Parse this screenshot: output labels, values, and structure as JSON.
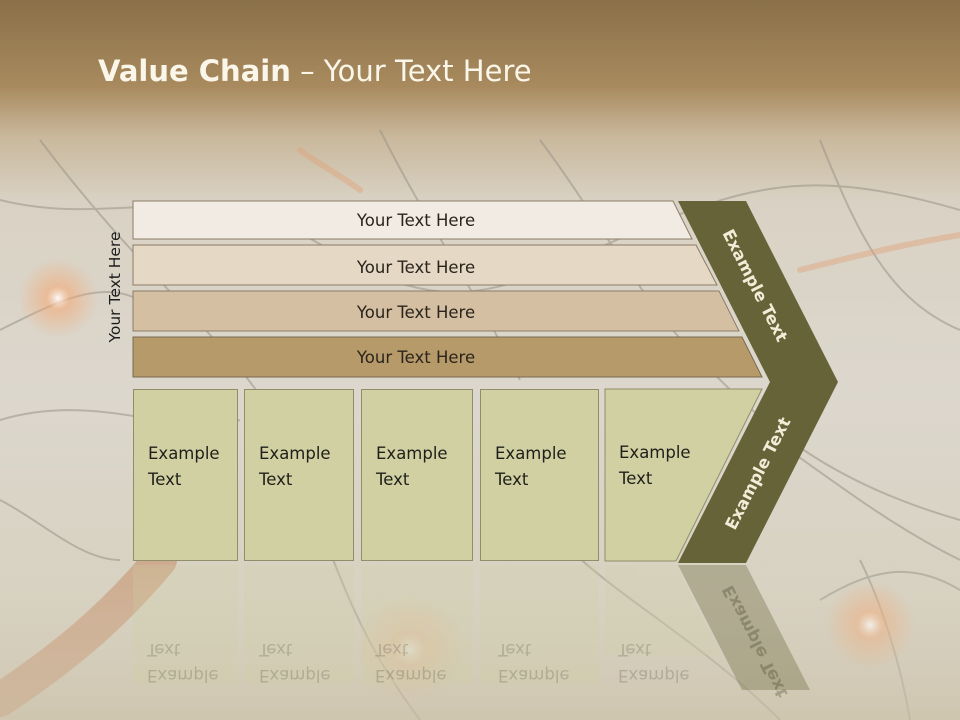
{
  "title": {
    "bold": "Value Chain",
    "rest": " – Your Text Here"
  },
  "side_label": "Your Text Here",
  "bars": [
    {
      "label": "Your Text Here",
      "color": "#f2ebe3"
    },
    {
      "label": "Your Text Here",
      "color": "#e5d8c5"
    },
    {
      "label": "Your Text Here",
      "color": "#d4bfa2"
    },
    {
      "label": "Your Text Here",
      "color": "#b79a6a"
    }
  ],
  "columns": [
    {
      "line1": "Example",
      "line2": "Text"
    },
    {
      "line1": "Example",
      "line2": "Text"
    },
    {
      "line1": "Example",
      "line2": "Text"
    },
    {
      "line1": "Example",
      "line2": "Text"
    },
    {
      "line1": "Example",
      "line2": "Text"
    }
  ],
  "chevron": {
    "upper_label": "Example Text",
    "lower_label": "Example Text",
    "color": "#666338"
  },
  "column_color": "#d0d0a3"
}
